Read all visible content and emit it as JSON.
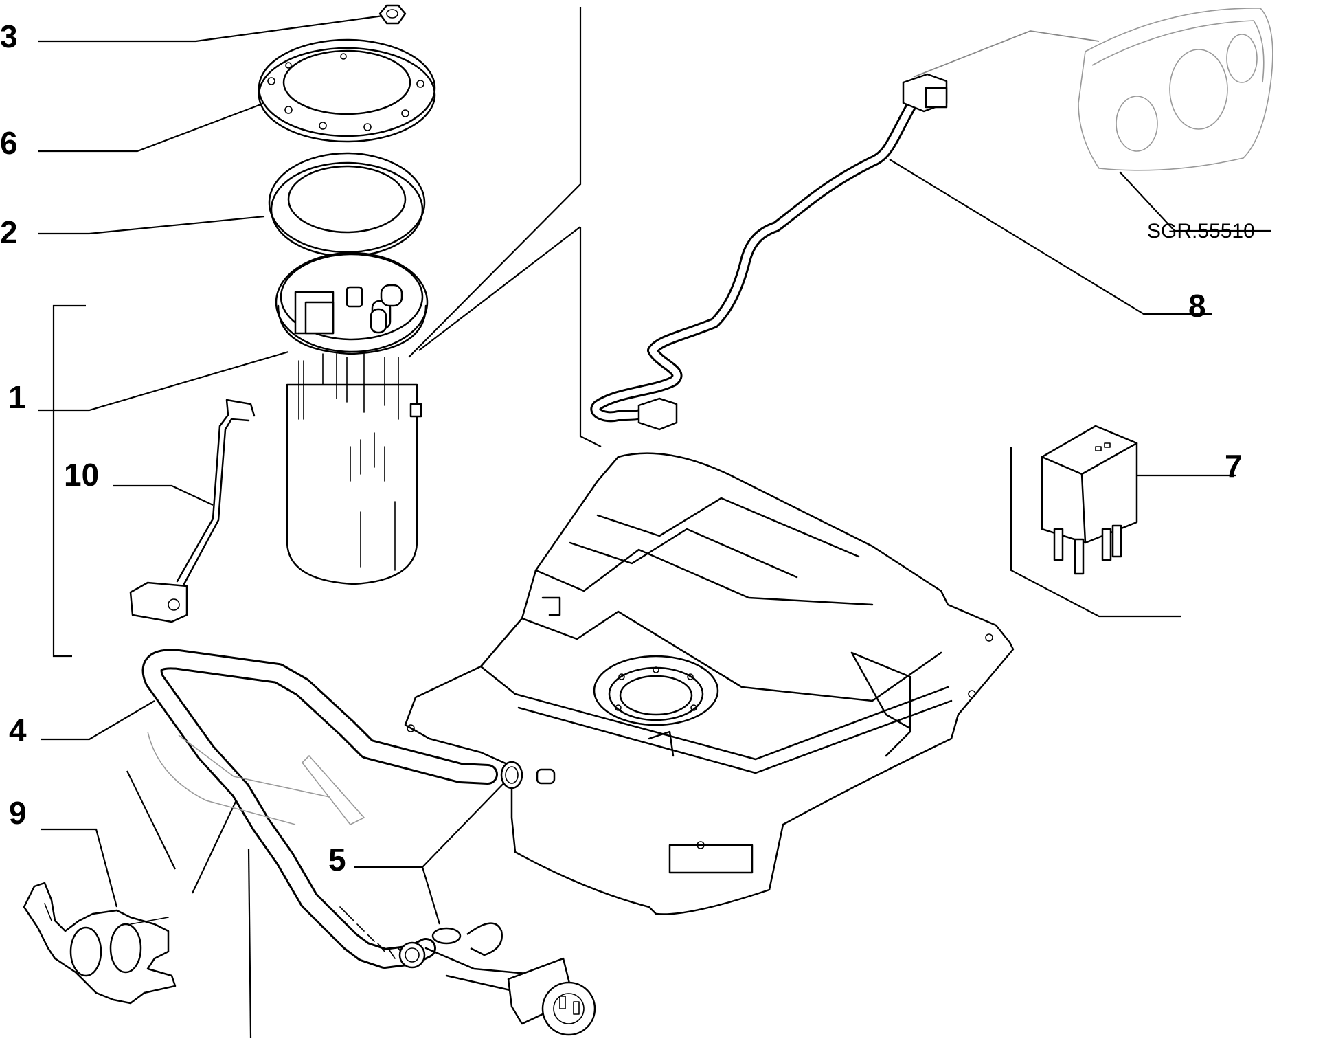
{
  "callouts": {
    "c1": "1",
    "c2": "2",
    "c3": "3",
    "c4": "4",
    "c5": "5",
    "c6": "6",
    "c7": "7",
    "c8": "8",
    "c9": "9",
    "c10": "10"
  },
  "reference_code": "SGR.55510",
  "colors": {
    "line": "#000000",
    "ghost": "#999999",
    "background": "#ffffff"
  }
}
